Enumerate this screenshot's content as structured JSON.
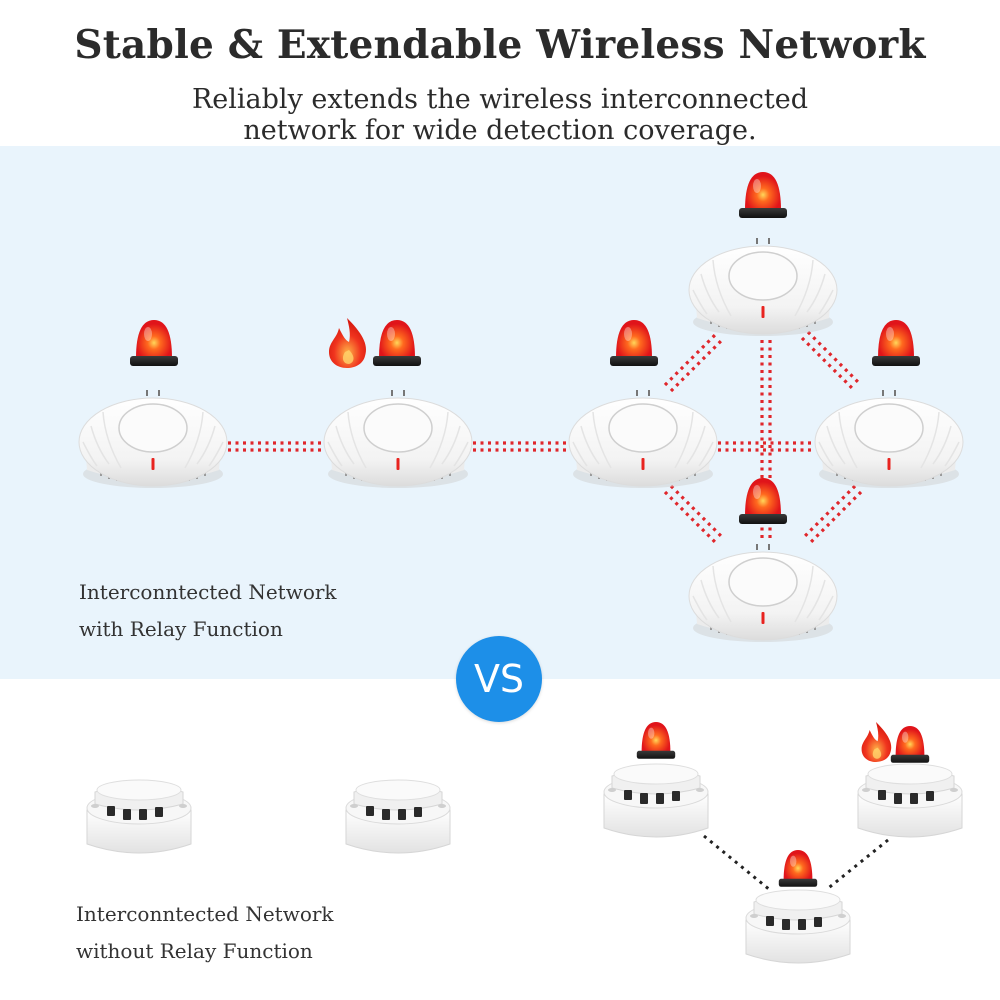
{
  "header": {
    "title": "Stable & Extendable Wireless Network",
    "subtitle_line1": "Reliably extends the wireless interconnected",
    "subtitle_line2": "network for wide detection coverage."
  },
  "relay_section": {
    "caption_line1": "Interconntected Network",
    "caption_line2": "with Relay Function"
  },
  "vs_label": "VS",
  "no_relay_section": {
    "caption_line1": "Interconntected Network",
    "caption_line2": "without Relay Function"
  },
  "colors": {
    "panel_bg": "#e9f4fc",
    "link_red": "#e0262b",
    "link_black": "#222222",
    "alarm_red": "#e8231f",
    "vs_blue": "#1d8fe8",
    "flame": "#f0341e"
  },
  "icons": [
    "alarm-beacon-icon",
    "fire-icon",
    "smoke-detector-icon"
  ]
}
